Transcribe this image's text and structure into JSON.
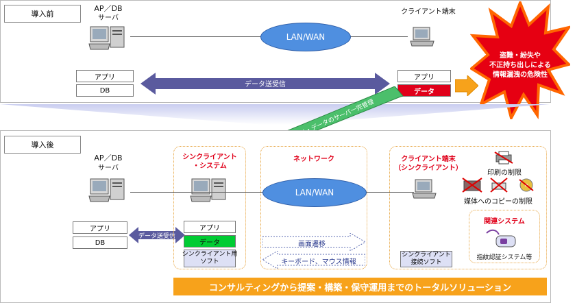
{
  "before": {
    "title": "導入前",
    "server_label": [
      "AP／DB",
      "サーバ"
    ],
    "client_label": "クライアント端末",
    "network": "LAN/WAN",
    "server_boxes": [
      "アプリ",
      "DB"
    ],
    "client_boxes": [
      "アプリ",
      "データ"
    ],
    "arrow_label": "データ送受信",
    "risk": [
      "盗難・紛失や",
      "不正持ち出しによる",
      "情報漏洩の危険性"
    ]
  },
  "diagonal_arrow": "アプリ・データのサーバー完管理",
  "after": {
    "title": "導入後",
    "server_label": [
      "AP／DB",
      "サーバ"
    ],
    "server_boxes": [
      "アプリ",
      "DB"
    ],
    "small_arrow_label": "データ送受信",
    "thin_system": {
      "title": [
        "シンクライアント",
        "・システム"
      ],
      "boxes": [
        "アプリ",
        "データ",
        "シンクライアント用\nソフト"
      ]
    },
    "network_block": {
      "title": "ネットワーク",
      "cloud": "LAN/WAN",
      "arrow1": "画面遷移",
      "arrow2": "キーボード、マウス情報"
    },
    "client_block": {
      "title": [
        "クライアント端末",
        "（シンクライアント）"
      ],
      "print": "印刷の制限",
      "media": "媒体へのコピーの制限",
      "software": "シンクライアント\n接続ソフト",
      "related": {
        "title": "関連システム",
        "caption": "指紋認証システム等"
      }
    },
    "banner": "コンサルティングから提案・構築・保守運用までのトータルソリューション"
  },
  "colors": {
    "cloud": "#4f8fe0",
    "arrow_purple": "#5a5a9e",
    "arrow_green": "#4bbf6b",
    "red_box": "#e0001a",
    "green_box": "#00cc33",
    "banner": "#f7a21b",
    "burst": "#e60012",
    "burst_edge": "#ff6600"
  }
}
